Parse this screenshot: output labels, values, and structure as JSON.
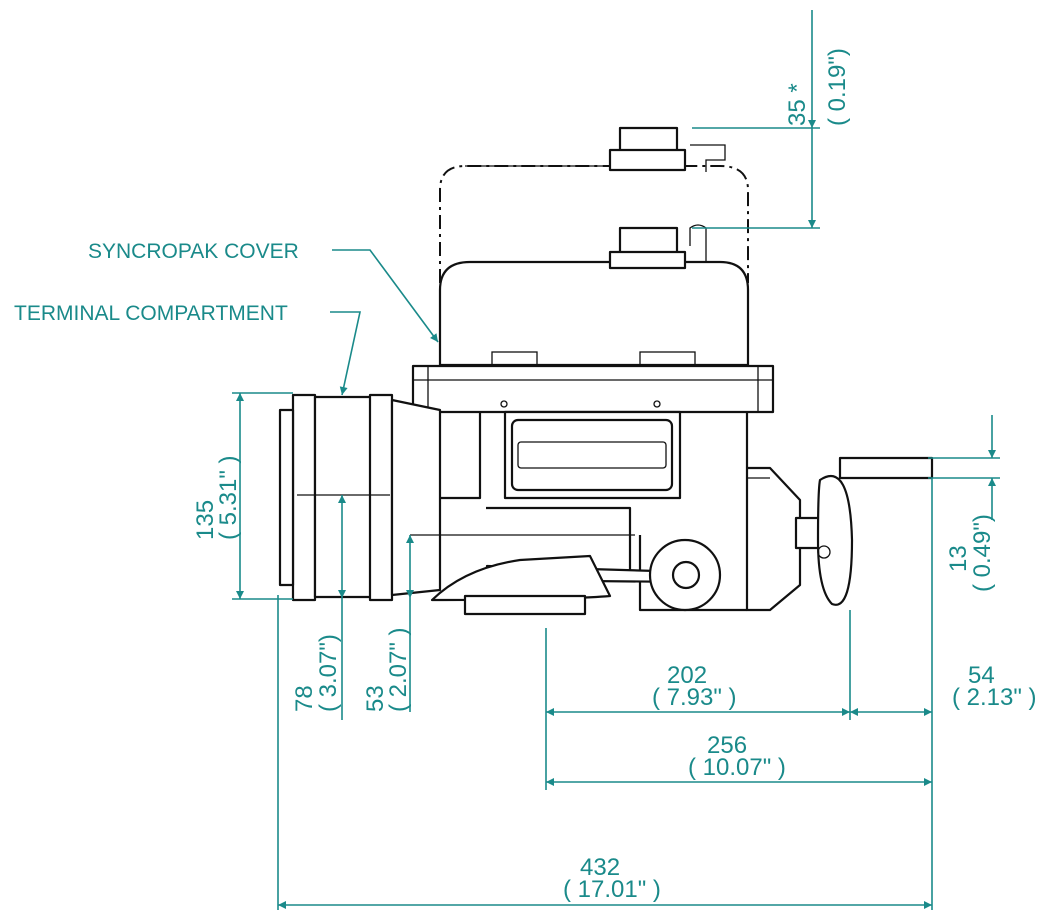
{
  "labels": {
    "cover": "SYNCROPAK COVER",
    "terminal": "TERMINAL COMPARTMENT"
  },
  "dimensions": {
    "d35": {
      "mm": "35 *",
      "inch": "( 0.19\")"
    },
    "d135": {
      "mm": "135",
      "inch": "( 5.31\" )"
    },
    "d13": {
      "mm": "13",
      "inch": "( 0.49\")"
    },
    "d78": {
      "mm": "78",
      "inch": "( 3.07\")"
    },
    "d53": {
      "mm": "53",
      "inch": "( 2.07\" )"
    },
    "d202": {
      "mm": "202",
      "inch": "( 7.93\" )"
    },
    "d54": {
      "mm": "54",
      "inch": "( 2.13\" )"
    },
    "d256": {
      "mm": "256",
      "inch": "( 10.07\" )"
    },
    "d432": {
      "mm": "432",
      "inch": "( 17.01\" )"
    }
  },
  "colors": {
    "dimension": "#1a8a8a",
    "outline": "#111111"
  }
}
